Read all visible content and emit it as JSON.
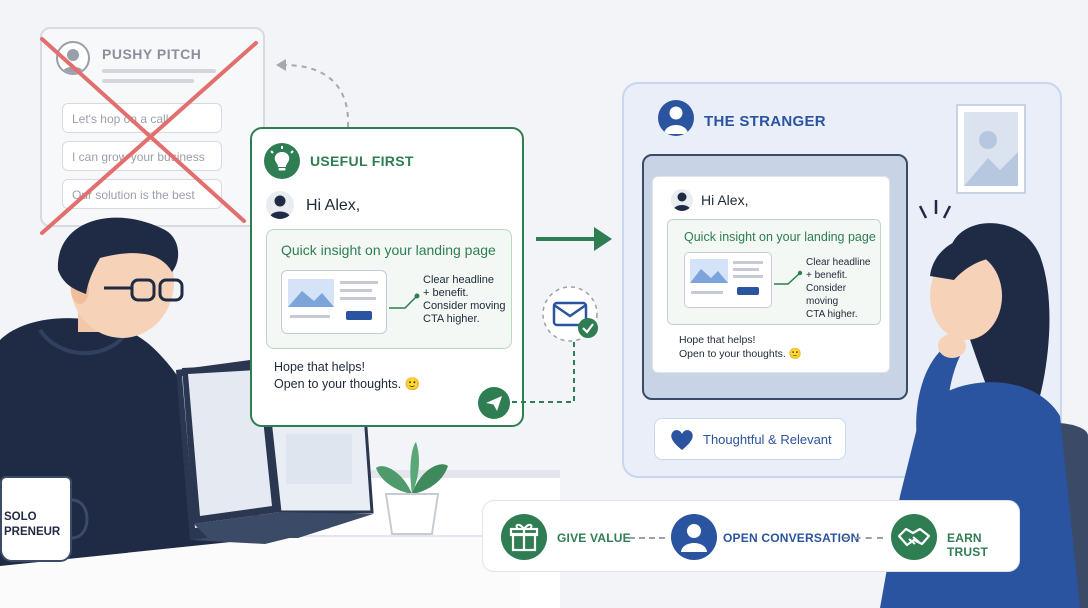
{
  "pushy": {
    "title": "PUSHY PITCH",
    "lines": [
      "Let's hop on a call",
      "I can grow your business",
      "Our solution is the best"
    ]
  },
  "useful": {
    "title": "USEFUL FIRST",
    "greeting": "Hi Alex,",
    "insight_title": "Quick insight on your landing page",
    "note": [
      "Clear headline",
      "+ benefit.",
      "Consider moving",
      "CTA higher."
    ],
    "closing": [
      "Hope that helps!",
      "Open to your thoughts. 🙂"
    ]
  },
  "stranger": {
    "title": "THE STRANGER",
    "greeting": "Hi Alex,",
    "insight_title": "Quick insight on your landing page",
    "note": [
      "Clear headline",
      "+ benefit.",
      "Consider moving",
      "CTA higher."
    ],
    "closing": [
      "Hope that helps!",
      "Open to your thoughts. 🙂"
    ],
    "badge": "Thoughtful & Relevant"
  },
  "flow": {
    "steps": [
      "GIVE VALUE",
      "OPEN CONVERSATION",
      "EARN TRUST"
    ]
  },
  "mug": {
    "lines": [
      "SOLO",
      "PRENEUR"
    ]
  },
  "colors": {
    "green": "#2f7d52",
    "blue": "#2a53a0",
    "red": "#e36e6e",
    "navy": "#1f2a44"
  },
  "icons": [
    "lightbulb-icon",
    "send-icon",
    "mail-check-icon",
    "arrow-right-icon",
    "heart-icon",
    "gift-icon",
    "person-icon",
    "handshake-icon",
    "cross-icon"
  ]
}
